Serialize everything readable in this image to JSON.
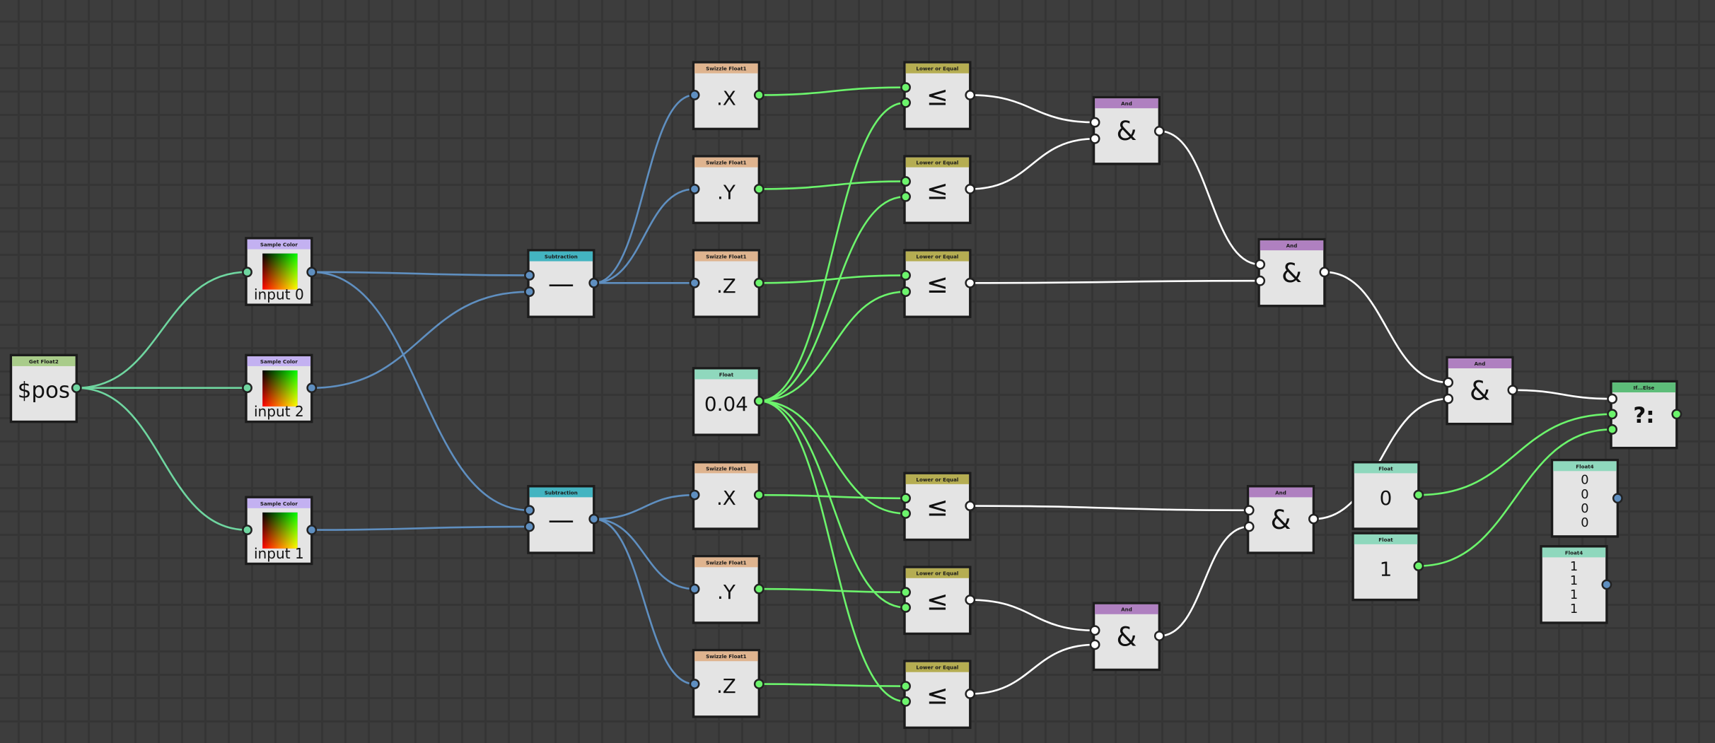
{
  "colors": {
    "get_float2": "#a9cc8a",
    "sample_color": "#c3b1f1",
    "subtraction": "#43b4c1",
    "swizzle": "#dfb48f",
    "lower_equal": "#b5ad52",
    "float": "#8fd8bd",
    "and": "#af80c0",
    "if_else_header": "#5dbd79",
    "if_else_body": "#f5a31b",
    "wire_float2": "#6fd6a0",
    "wire_float4": "#5f8fc0",
    "wire_float": "#6cf46c",
    "wire_bool": "#ffffff",
    "port_float2": "#6fd6a0",
    "port_float4": "#5f8fc0",
    "port_float": "#6cf46c",
    "port_bool": "#ffffff"
  },
  "nodes": [
    {
      "id": "getpos",
      "title": "Get Float2",
      "label": "$pos"
    },
    {
      "id": "s0",
      "title": "Sample Color",
      "label": "input 0"
    },
    {
      "id": "s2",
      "title": "Sample Color",
      "label": "input 2"
    },
    {
      "id": "s1",
      "title": "Sample Color",
      "label": "input 1"
    },
    {
      "id": "sub1",
      "title": "Subtraction",
      "label": "—"
    },
    {
      "id": "sub2",
      "title": "Subtraction",
      "label": "—"
    },
    {
      "id": "swx1",
      "title": "Swizzle Float1",
      "label": ".X"
    },
    {
      "id": "swy1",
      "title": "Swizzle Float1",
      "label": ".Y"
    },
    {
      "id": "swz1",
      "title": "Swizzle Float1",
      "label": ".Z"
    },
    {
      "id": "f004",
      "title": "Float",
      "label": "0.04"
    },
    {
      "id": "swx2",
      "title": "Swizzle Float1",
      "label": ".X"
    },
    {
      "id": "swy2",
      "title": "Swizzle Float1",
      "label": ".Y"
    },
    {
      "id": "swz2",
      "title": "Swizzle Float1",
      "label": ".Z"
    },
    {
      "id": "le1",
      "title": "Lower or Equal",
      "label": "≤"
    },
    {
      "id": "le2",
      "title": "Lower or Equal",
      "label": "≤"
    },
    {
      "id": "le3",
      "title": "Lower or Equal",
      "label": "≤"
    },
    {
      "id": "le4",
      "title": "Lower or Equal",
      "label": "≤"
    },
    {
      "id": "le5",
      "title": "Lower or Equal",
      "label": "≤"
    },
    {
      "id": "le6",
      "title": "Lower or Equal",
      "label": "≤"
    },
    {
      "id": "and1",
      "title": "And",
      "label": "&"
    },
    {
      "id": "and2",
      "title": "And",
      "label": "&"
    },
    {
      "id": "and3",
      "title": "And",
      "label": "&"
    },
    {
      "id": "and4",
      "title": "And",
      "label": "&"
    },
    {
      "id": "and5",
      "title": "And",
      "label": "&"
    },
    {
      "id": "ifelse",
      "title": "If...Else",
      "label": "?:"
    },
    {
      "id": "f0",
      "title": "Float",
      "label": "0"
    },
    {
      "id": "f1",
      "title": "Float",
      "label": "1"
    },
    {
      "id": "f4a",
      "title": "Float4",
      "values": [
        "0",
        "0",
        "0",
        "0"
      ]
    },
    {
      "id": "f4b",
      "title": "Float4",
      "values": [
        "1",
        "1",
        "1",
        "1"
      ]
    }
  ]
}
